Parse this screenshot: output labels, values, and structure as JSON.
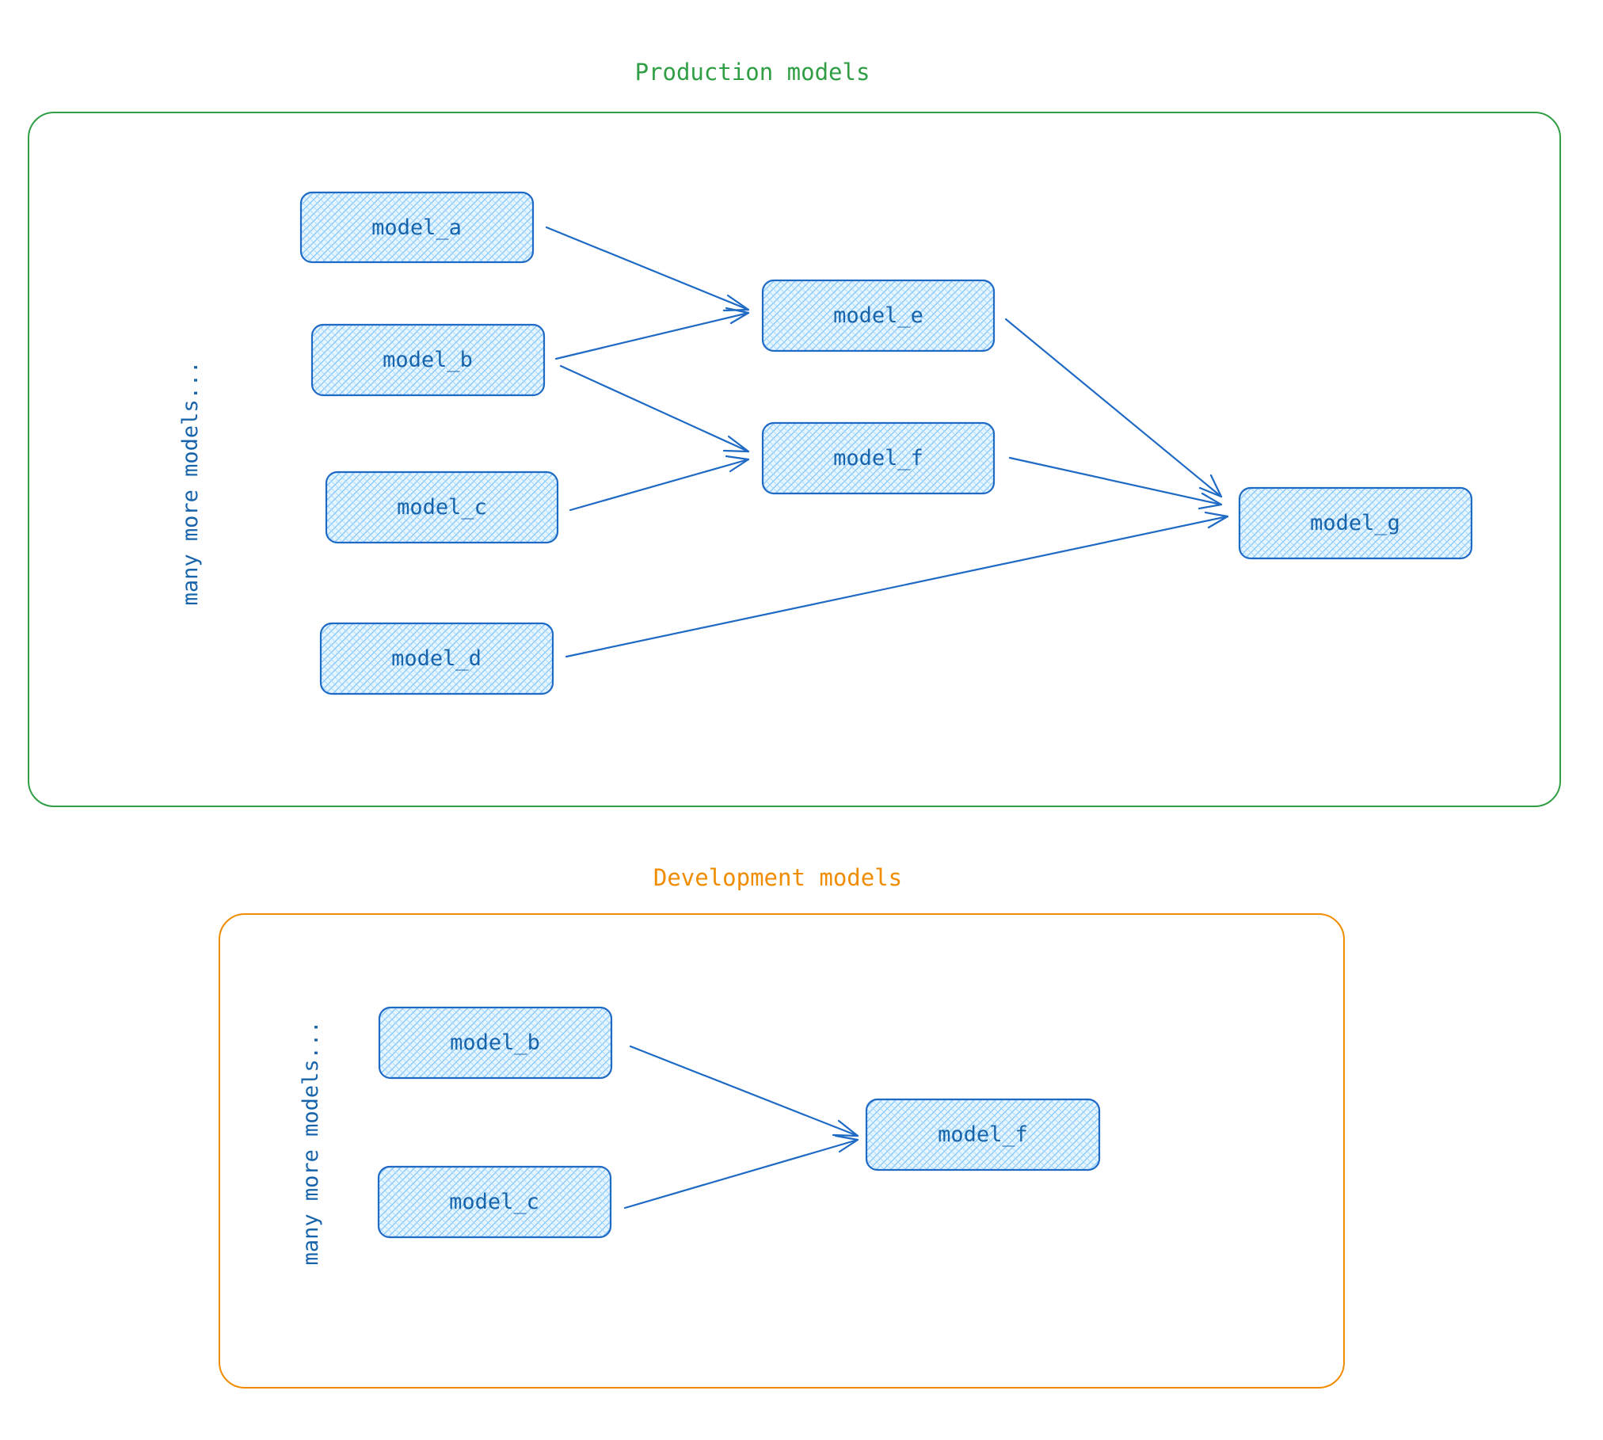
{
  "colors": {
    "production": "#2f9e44",
    "development": "#f08c00",
    "node_stroke": "#1e6ac4",
    "node_fill": "#a5d8ff",
    "text": "#1864ab"
  },
  "production": {
    "title": "Production models",
    "side_note": "many more models...",
    "nodes": {
      "model_a": "model_a",
      "model_b": "model_b",
      "model_c": "model_c",
      "model_d": "model_d",
      "model_e": "model_e",
      "model_f": "model_f",
      "model_g": "model_g"
    },
    "edges": [
      {
        "from": "model_a",
        "to": "model_e"
      },
      {
        "from": "model_b",
        "to": "model_e"
      },
      {
        "from": "model_b",
        "to": "model_f"
      },
      {
        "from": "model_c",
        "to": "model_f"
      },
      {
        "from": "model_e",
        "to": "model_g"
      },
      {
        "from": "model_f",
        "to": "model_g"
      },
      {
        "from": "model_d",
        "to": "model_g"
      }
    ]
  },
  "development": {
    "title": "Development models",
    "side_note": "many more models...",
    "nodes": {
      "model_b": "model_b",
      "model_c": "model_c",
      "model_f": "model_f"
    },
    "edges": [
      {
        "from": "model_b",
        "to": "model_f"
      },
      {
        "from": "model_c",
        "to": "model_f"
      }
    ]
  }
}
